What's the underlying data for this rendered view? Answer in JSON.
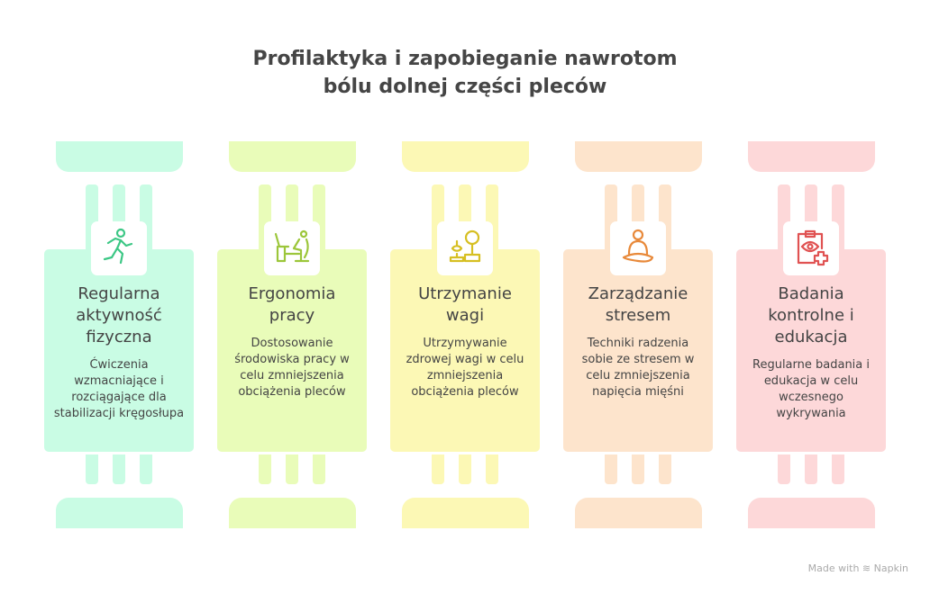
{
  "title": {
    "line1": "Profilaktyka i zapobieganie nawrotom",
    "line2": "bólu dolnej części pleców"
  },
  "columns": [
    {
      "title": "Regularna aktywność fizyczna",
      "desc": "Ćwiczenia wzmacniające i rozciągające dla stabilizacji kręgosłupa",
      "icon": "running-person-icon",
      "bg": "#c9fce4",
      "accent": "#3cc785"
    },
    {
      "title": "Ergonomia pracy",
      "desc": "Dostosowanie środowiska pracy w celu zmniejszenia obciążenia pleców",
      "icon": "desk-worker-icon",
      "bg": "#e9fcb9",
      "accent": "#9cc63a"
    },
    {
      "title": "Utrzymanie wagi",
      "desc": "Utrzymywanie zdrowej wagi w celu zmniejszenia obciążenia pleców",
      "icon": "scale-apple-icon",
      "bg": "#fcf8b5",
      "accent": "#d6bf22"
    },
    {
      "title": "Zarządzanie stresem",
      "desc": "Techniki radzenia sobie ze stresem w celu zmniejszenia napięcia mięśni",
      "icon": "meditation-icon",
      "bg": "#fde4cc",
      "accent": "#e8893a"
    },
    {
      "title": "Badania kontrolne i edukacja",
      "desc": "Regularne badania i edukacja w celu wczesnego wykrywania",
      "icon": "clipboard-eye-icon",
      "bg": "#fdd8d9",
      "accent": "#e05252"
    }
  ],
  "footer": {
    "credit": "Made with ≋ Napkin"
  }
}
